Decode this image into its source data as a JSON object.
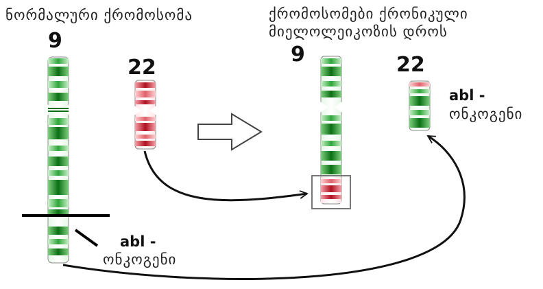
{
  "labels": {
    "normal_title": "ნორმალური ქრომოსომა",
    "cml_title_line1": "ქრომოსომები ქრონიკული",
    "cml_title_line2": "მიელოლეიკოზის დროს",
    "chr9_normal": "9",
    "chr22_normal": "22",
    "chr9_cml": "9",
    "chr22_cml": "22",
    "abl_left_line1": "abl -",
    "abl_left_line2": "ონკოგენი",
    "abl_right_line1": "abl -",
    "abl_right_line2": "ონკოგენი"
  },
  "colors": {
    "chr9_band_dark": "#0a6e14",
    "chr9_band_mid": "#2fa63a",
    "chr9_band_light": "#ffffff",
    "chr22_band_dark": "#b01020",
    "chr22_band_mid": "#e0606a",
    "chr22_band_light": "#ffd7da",
    "highlight_box": "#777777",
    "arrow": "#111111"
  },
  "icons": {
    "transform_arrow": "hollow-right-arrow-icon"
  }
}
